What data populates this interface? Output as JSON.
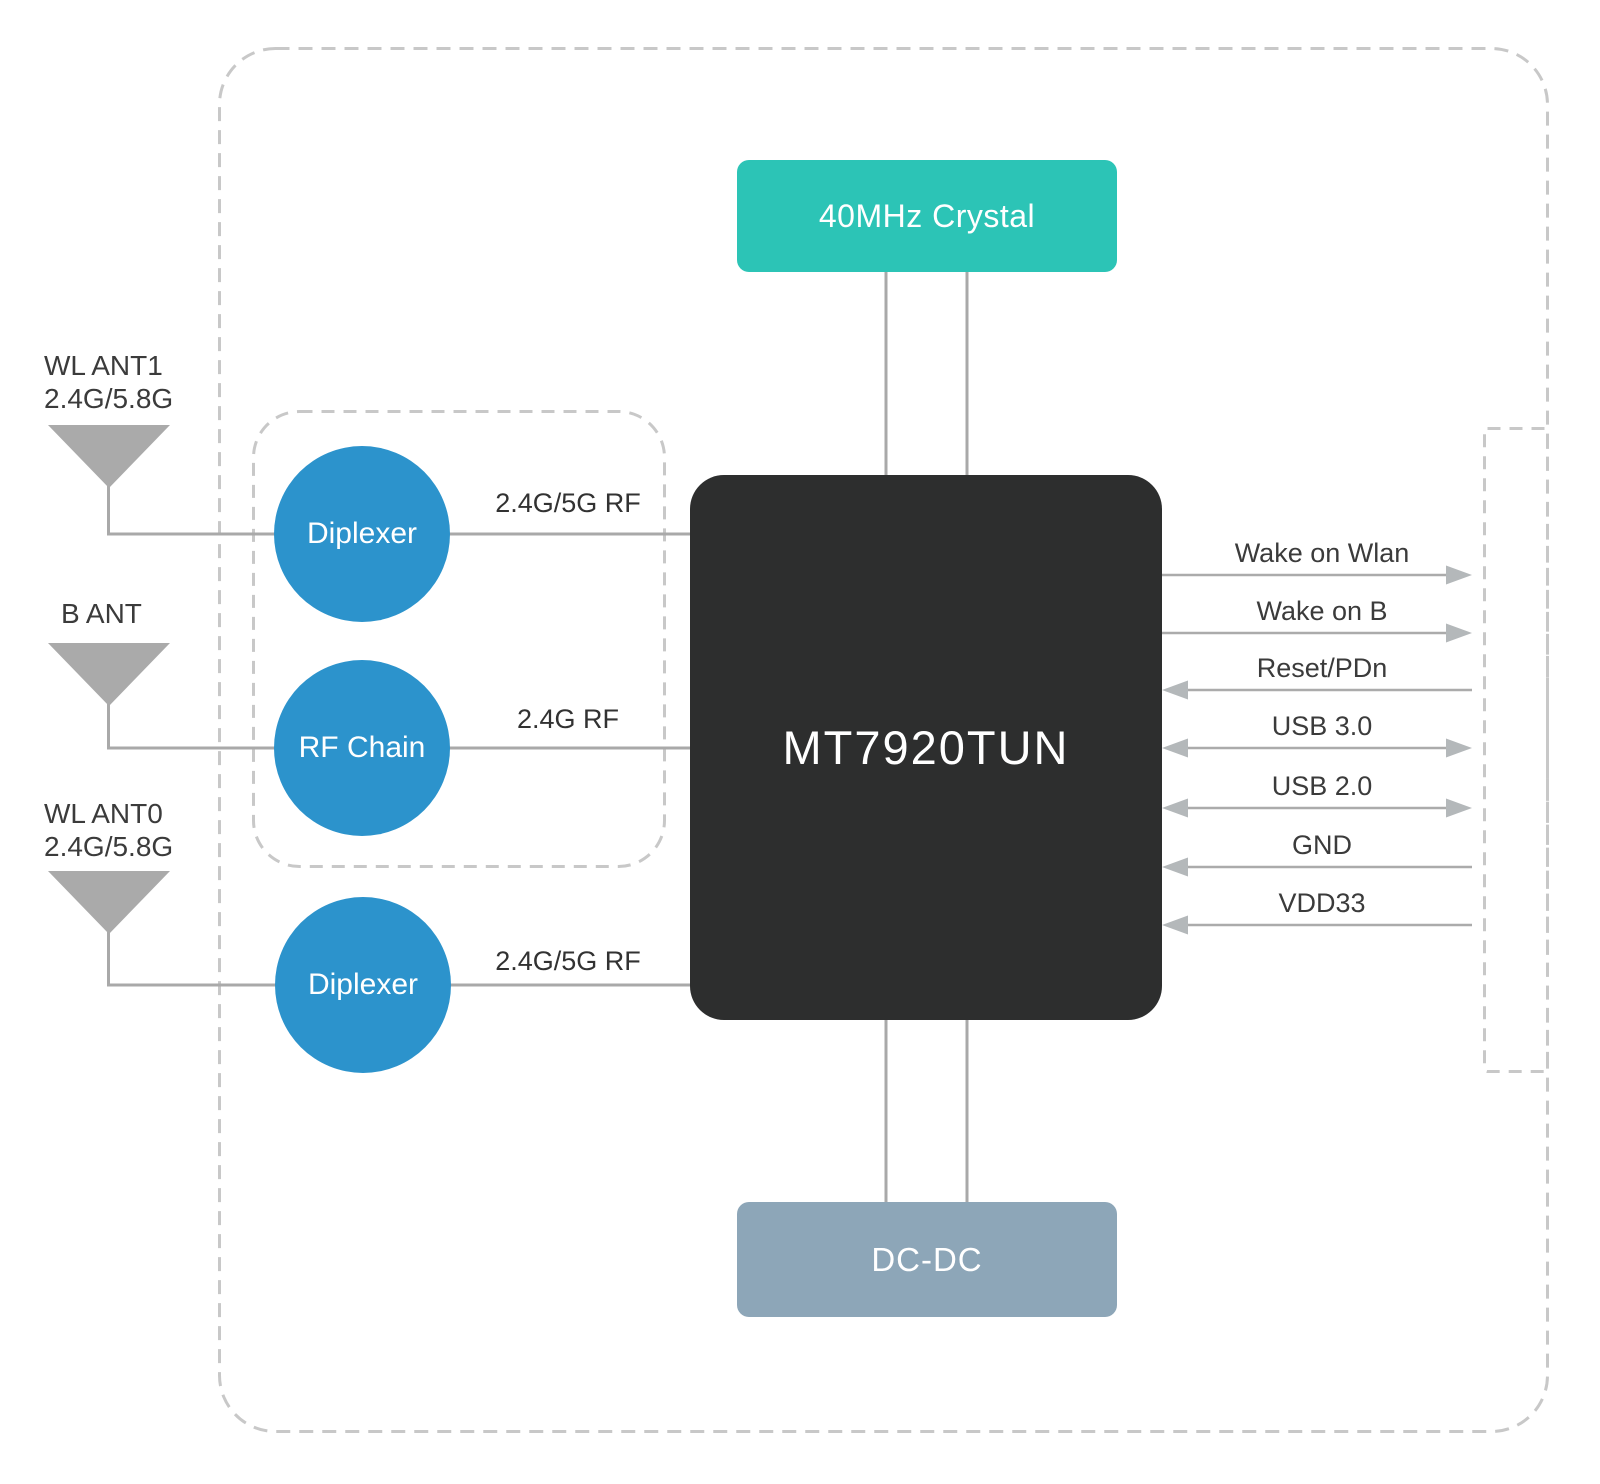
{
  "diagram": {
    "title_chip": "MT7920TUN",
    "crystal": {
      "label": "40MHz Crystal"
    },
    "dcdc": {
      "label": "DC-DC"
    },
    "antennas": [
      {
        "name": "WL ANT1",
        "freq": "2.4G/5.8G",
        "full": "WL ANT1\n2.4G/5.8G"
      },
      {
        "name": "B ANT",
        "freq": "",
        "full": "B ANT"
      },
      {
        "name": "WL ANT0",
        "freq": "2.4G/5.8G",
        "full": "WL ANT0\n2.4G/5.8G"
      }
    ],
    "rf_blocks": [
      {
        "label": "Diplexer",
        "wire_label": "2.4G/5G RF"
      },
      {
        "label": "RF Chain",
        "wire_label": "2.4G RF"
      },
      {
        "label": "Diplexer",
        "wire_label": "2.4G/5G RF"
      }
    ],
    "signals": [
      {
        "label": "Wake on Wlan",
        "direction": "out"
      },
      {
        "label": "Wake on B",
        "direction": "out"
      },
      {
        "label": "Reset/PDn",
        "direction": "in"
      },
      {
        "label": "USB 3.0",
        "direction": "both"
      },
      {
        "label": "USB 2.0",
        "direction": "both"
      },
      {
        "label": "GND",
        "direction": "in"
      },
      {
        "label": "VDD33",
        "direction": "in"
      }
    ],
    "colors": {
      "accent_blue": "#2c93cc",
      "accent_teal": "#2cc4b6",
      "chip_dark": "#2d2e2e",
      "dcdc_gray": "#8da6b8",
      "wire_gray": "#a9a9a9",
      "arrow_gray": "#b4b8ba",
      "dash_gray": "#c8c8c8",
      "antenna_gray": "#aaaaaa"
    }
  }
}
